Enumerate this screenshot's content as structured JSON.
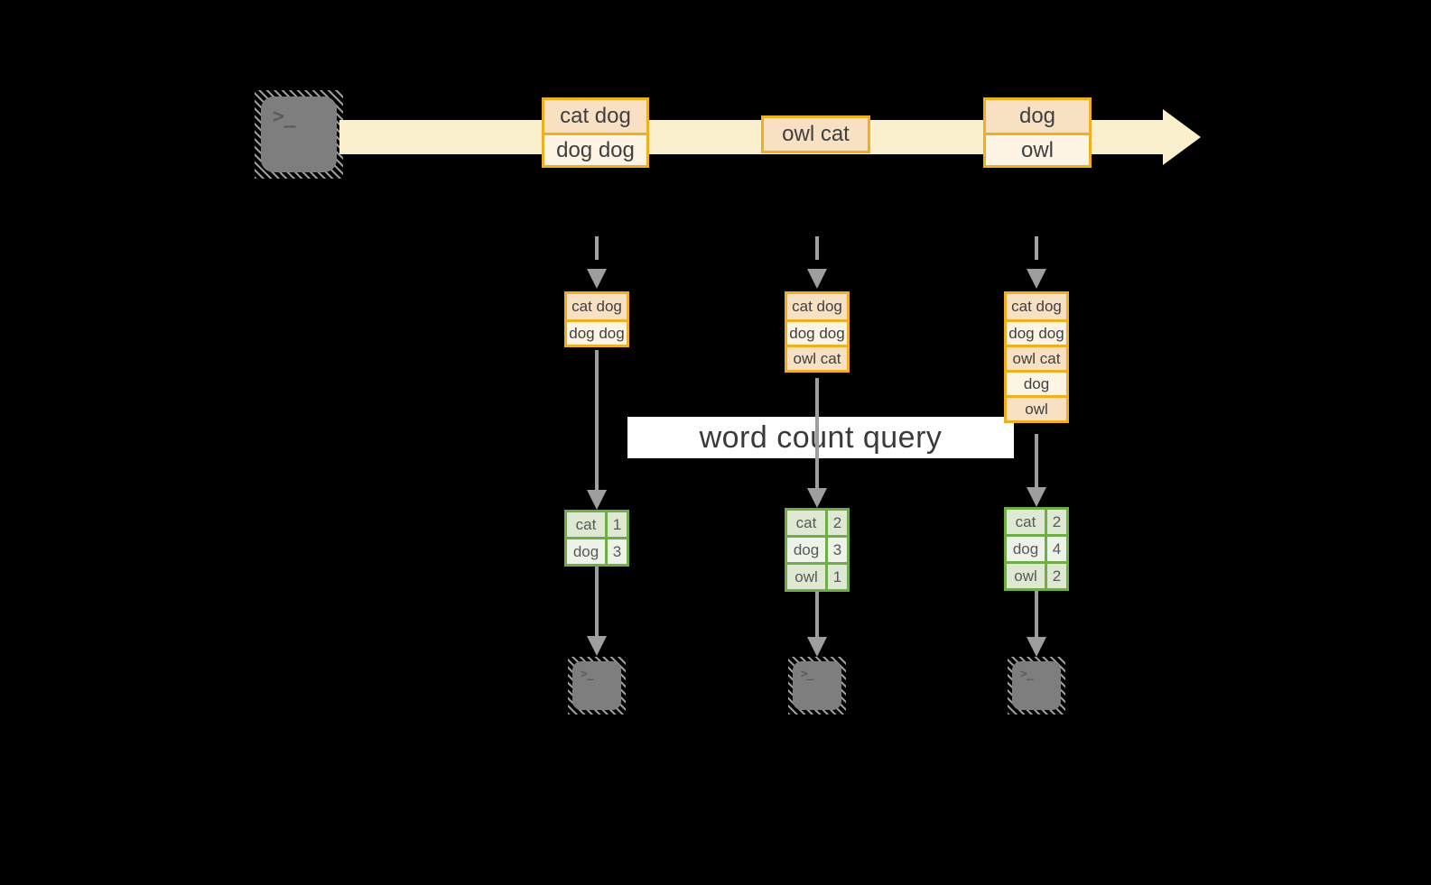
{
  "diagram": {
    "title_banner": "word count query"
  },
  "timeline": {
    "batches": [
      {
        "items": [
          "cat dog",
          "dog dog"
        ]
      },
      {
        "items": [
          "owl cat"
        ]
      },
      {
        "items": [
          "dog",
          "owl"
        ]
      }
    ]
  },
  "columns": [
    {
      "buffer": [
        "cat dog",
        "dog dog"
      ],
      "counts": [
        {
          "word": "cat",
          "count": "1"
        },
        {
          "word": "dog",
          "count": "3"
        }
      ]
    },
    {
      "buffer": [
        "cat dog",
        "dog dog",
        "owl cat"
      ],
      "counts": [
        {
          "word": "cat",
          "count": "2"
        },
        {
          "word": "dog",
          "count": "3"
        },
        {
          "word": "owl",
          "count": "1"
        }
      ]
    },
    {
      "buffer": [
        "cat dog",
        "dog dog",
        "owl cat",
        "dog",
        "owl"
      ],
      "counts": [
        {
          "word": "cat",
          "count": "2"
        },
        {
          "word": "dog",
          "count": "4"
        },
        {
          "word": "owl",
          "count": "2"
        }
      ]
    }
  ],
  "icons": {
    "prompt_glyph": ">_"
  },
  "colors": {
    "background": "#000000",
    "accent_orange": "#f0af1e",
    "fill_peach": "#f8e0c3",
    "fill_cream": "#fdf4e4",
    "band_yellow": "#fbf0cd",
    "accent_green": "#6fae46",
    "fill_green_dark": "#dee8d3",
    "fill_green_light": "#eef3e9",
    "arrow_gray": "#9e9e9e",
    "terminal_gray": "#7e7e7e",
    "banner_bg": "#ffffff"
  }
}
